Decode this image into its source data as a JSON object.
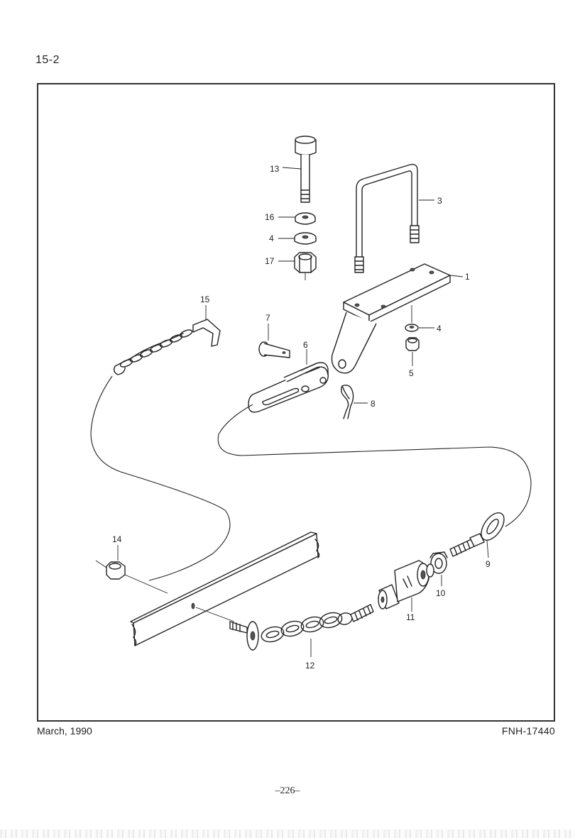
{
  "header": {
    "section_number": "15-2"
  },
  "footer": {
    "date": "March, 1990",
    "document_code": "FNH-17440",
    "page_number": "–226–"
  },
  "callouts": {
    "p1": "1",
    "p3": "3",
    "p4a": "4",
    "p4b": "4",
    "p5": "5",
    "p6": "6",
    "p7": "7",
    "p8": "8",
    "p9": "9",
    "p10": "10",
    "p11": "11",
    "p12": "12",
    "p13": "13",
    "p14": "14",
    "p15": "15",
    "p16": "16",
    "p17": "17"
  }
}
